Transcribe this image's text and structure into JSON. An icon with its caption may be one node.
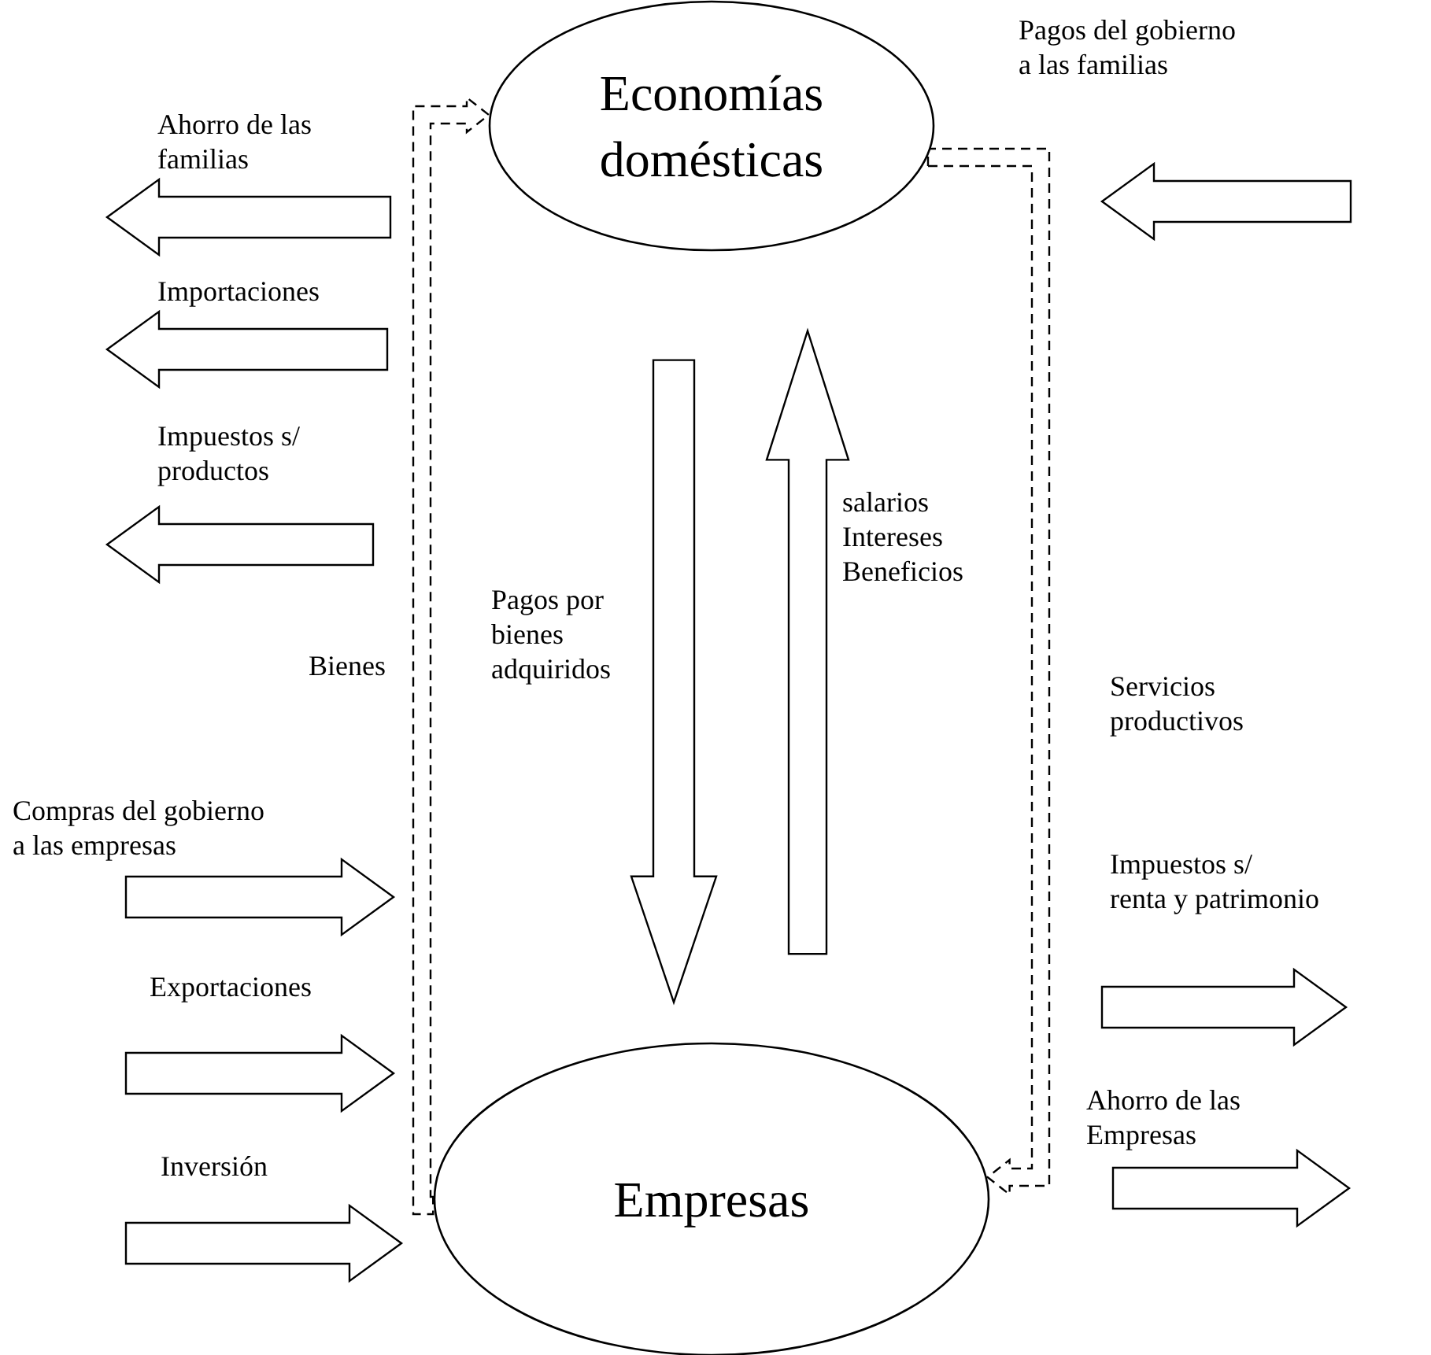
{
  "diagram": {
    "nodes": [
      {
        "text": [
          "Economías domésticas"
        ]
      },
      {
        "text": [
          "Empresas"
        ]
      }
    ],
    "edges": [
      {
        "from": 0,
        "to": 1,
        "arrow": "to",
        "label": "Pagos por bienes adquiridos"
      },
      {
        "from": 1,
        "to": 0,
        "arrow": "to",
        "label": "salarios Intereses Beneficios"
      },
      {
        "from": 1,
        "to": 0,
        "arrow": "to",
        "label": "Bienes",
        "style": "dashed"
      },
      {
        "from": 0,
        "to": 1,
        "arrow": "to",
        "label": "Servicios productivos",
        "style": "dashed"
      }
    ],
    "labels": [
      "Ahorro de las familias",
      "Pagos del gobierno a las familias",
      "Importaciones",
      "Impuestos s/ productos",
      "Compras del gobierno a las empresas",
      "Impuestos s/ renta y patrimonio",
      "Exportaciones",
      "Ahorro de las Empresas",
      "Inversión"
    ]
  }
}
